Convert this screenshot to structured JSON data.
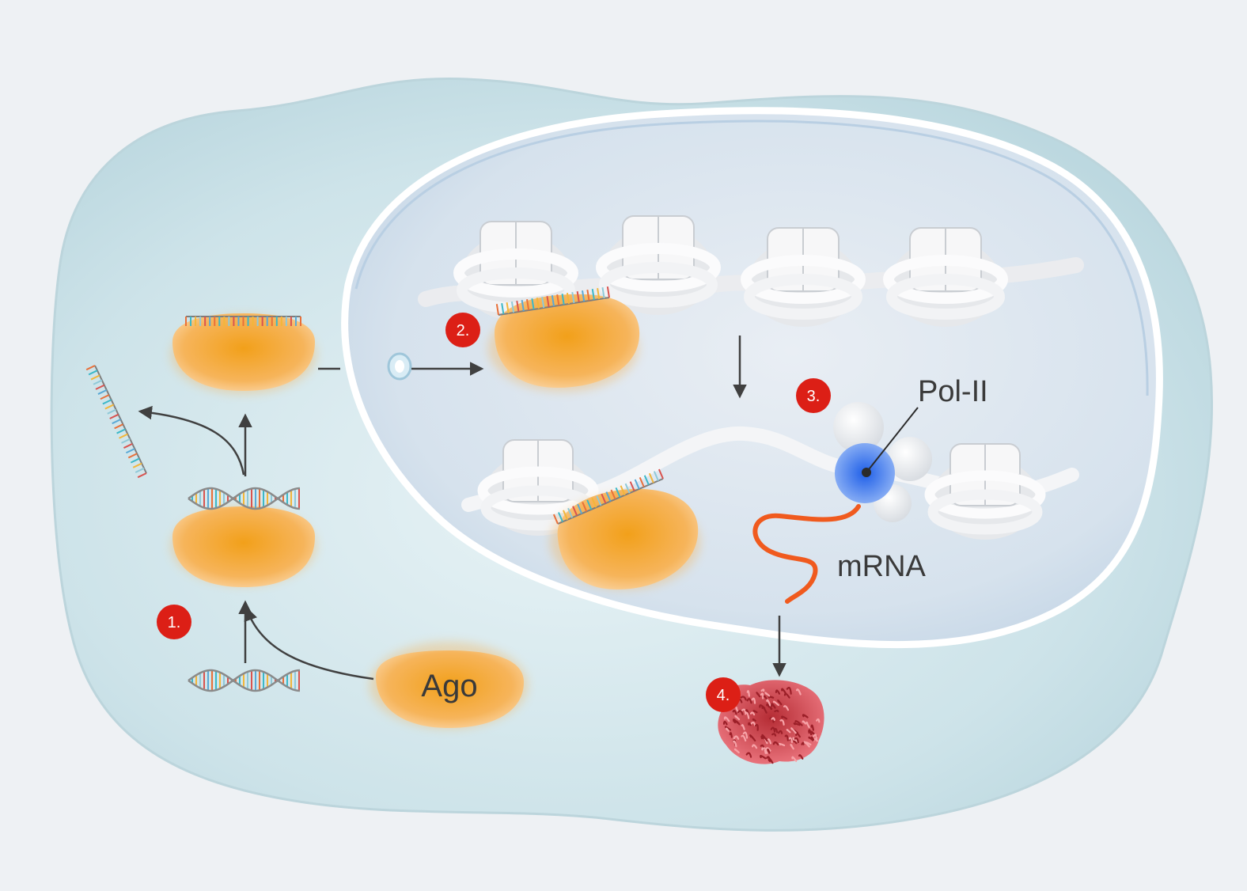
{
  "labels": {
    "ago": "Ago",
    "pol2": "Pol-II",
    "mrna": "mRNA"
  },
  "steps": [
    "1.",
    "2.",
    "3.",
    "4."
  ],
  "colors": {
    "ago": "#f4a12a",
    "step_badge": "#dc1f16",
    "mrna": "#f05a1e",
    "pol2_core": "#2f6ff0",
    "protein": "#d9414a",
    "cell": "#cfe4ea",
    "nucleus": "#d8e4ef"
  }
}
